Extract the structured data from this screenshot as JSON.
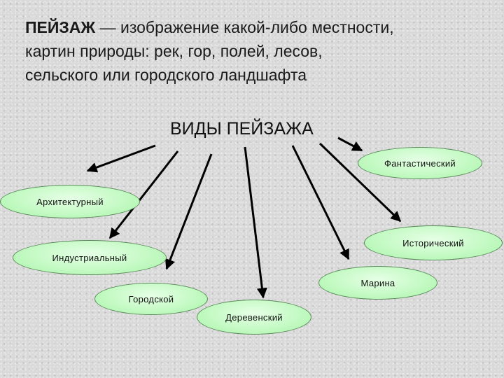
{
  "definition": {
    "term": "ПЕЙЗАЖ",
    "line1_rest": " — изображение какой-либо местности,",
    "line2": "картин природы: рек, гор, полей, лесов,",
    "line3": "сельского или городского ландшафта"
  },
  "diagram": {
    "title": "ВИДЫ ПЕЙЗАЖА",
    "nodes": {
      "fantastic": "Фантастический",
      "architectural": "Архитектурный",
      "historical": "Исторический",
      "industrial": "Индустриальный",
      "marina": "Марина",
      "urban": "Городской",
      "rural": "Деревенский"
    },
    "colors": {
      "node_fill": "#a9f5a9",
      "arrow": "#000000"
    }
  }
}
